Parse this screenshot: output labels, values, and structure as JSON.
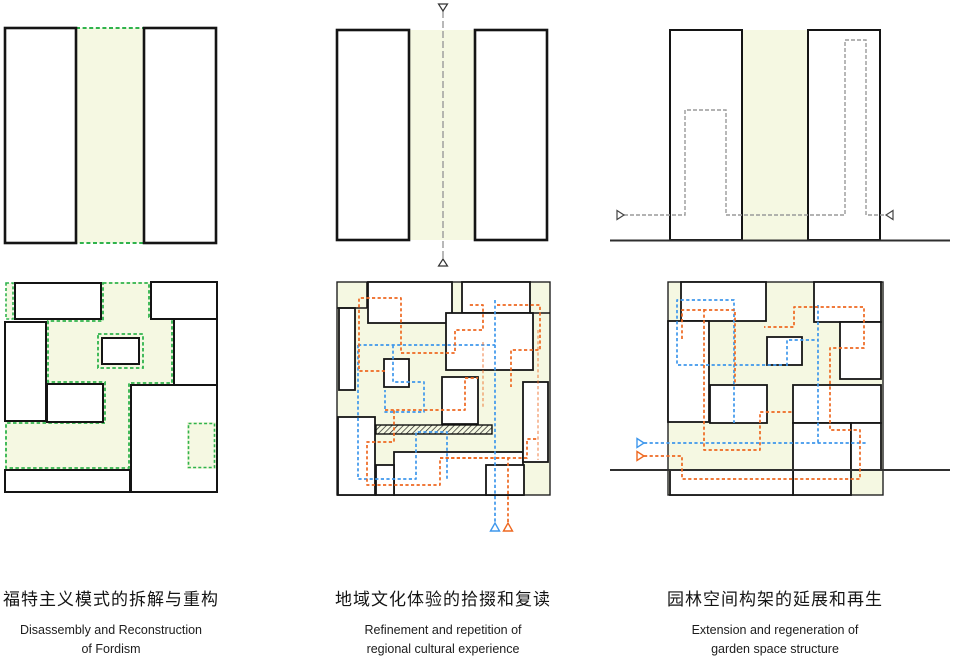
{
  "figure": {
    "type": "architecture-concept-triptych",
    "columns": [
      {
        "title_cn": "福特主义模式的拆解与重构",
        "title_en_line1": "Disassembly and Reconstruction",
        "title_en_line2": "of Fordism",
        "top_diagram": "two solid black bars flanking a green-dashed highlighted band",
        "bottom_diagram": "fragmented block plan with green-dashed courtyard voids"
      },
      {
        "title_cn": "地域文化体验的拾掇和复读",
        "title_en_line1": "Refinement and repetition of",
        "title_en_line2": "regional cultural experience",
        "top_diagram": "two bars with vertical survey axis line and triangle markers",
        "bottom_diagram": "block plan threaded by orange and blue dashed experience routes exiting bottom"
      },
      {
        "title_cn": "园林空间构架的延展和再生",
        "title_en_line1": "Extension and regeneration of",
        "title_en_line2": "garden space structure",
        "top_diagram": "two bars on a ground line traversed by a gray meandering path with triangle markers",
        "bottom_diagram": "block plan with ground line and orange and blue dashed routes entering from left"
      }
    ],
    "colors": {
      "highlight_fill": "#f5f8e2",
      "green_dash": "#2fb34c",
      "route_orange": "#ee6820",
      "route_blue": "#3e97ec",
      "black_outline": "#141414",
      "gray_path": "#9a9a9a",
      "ground_line": "#2f2f2f"
    }
  }
}
